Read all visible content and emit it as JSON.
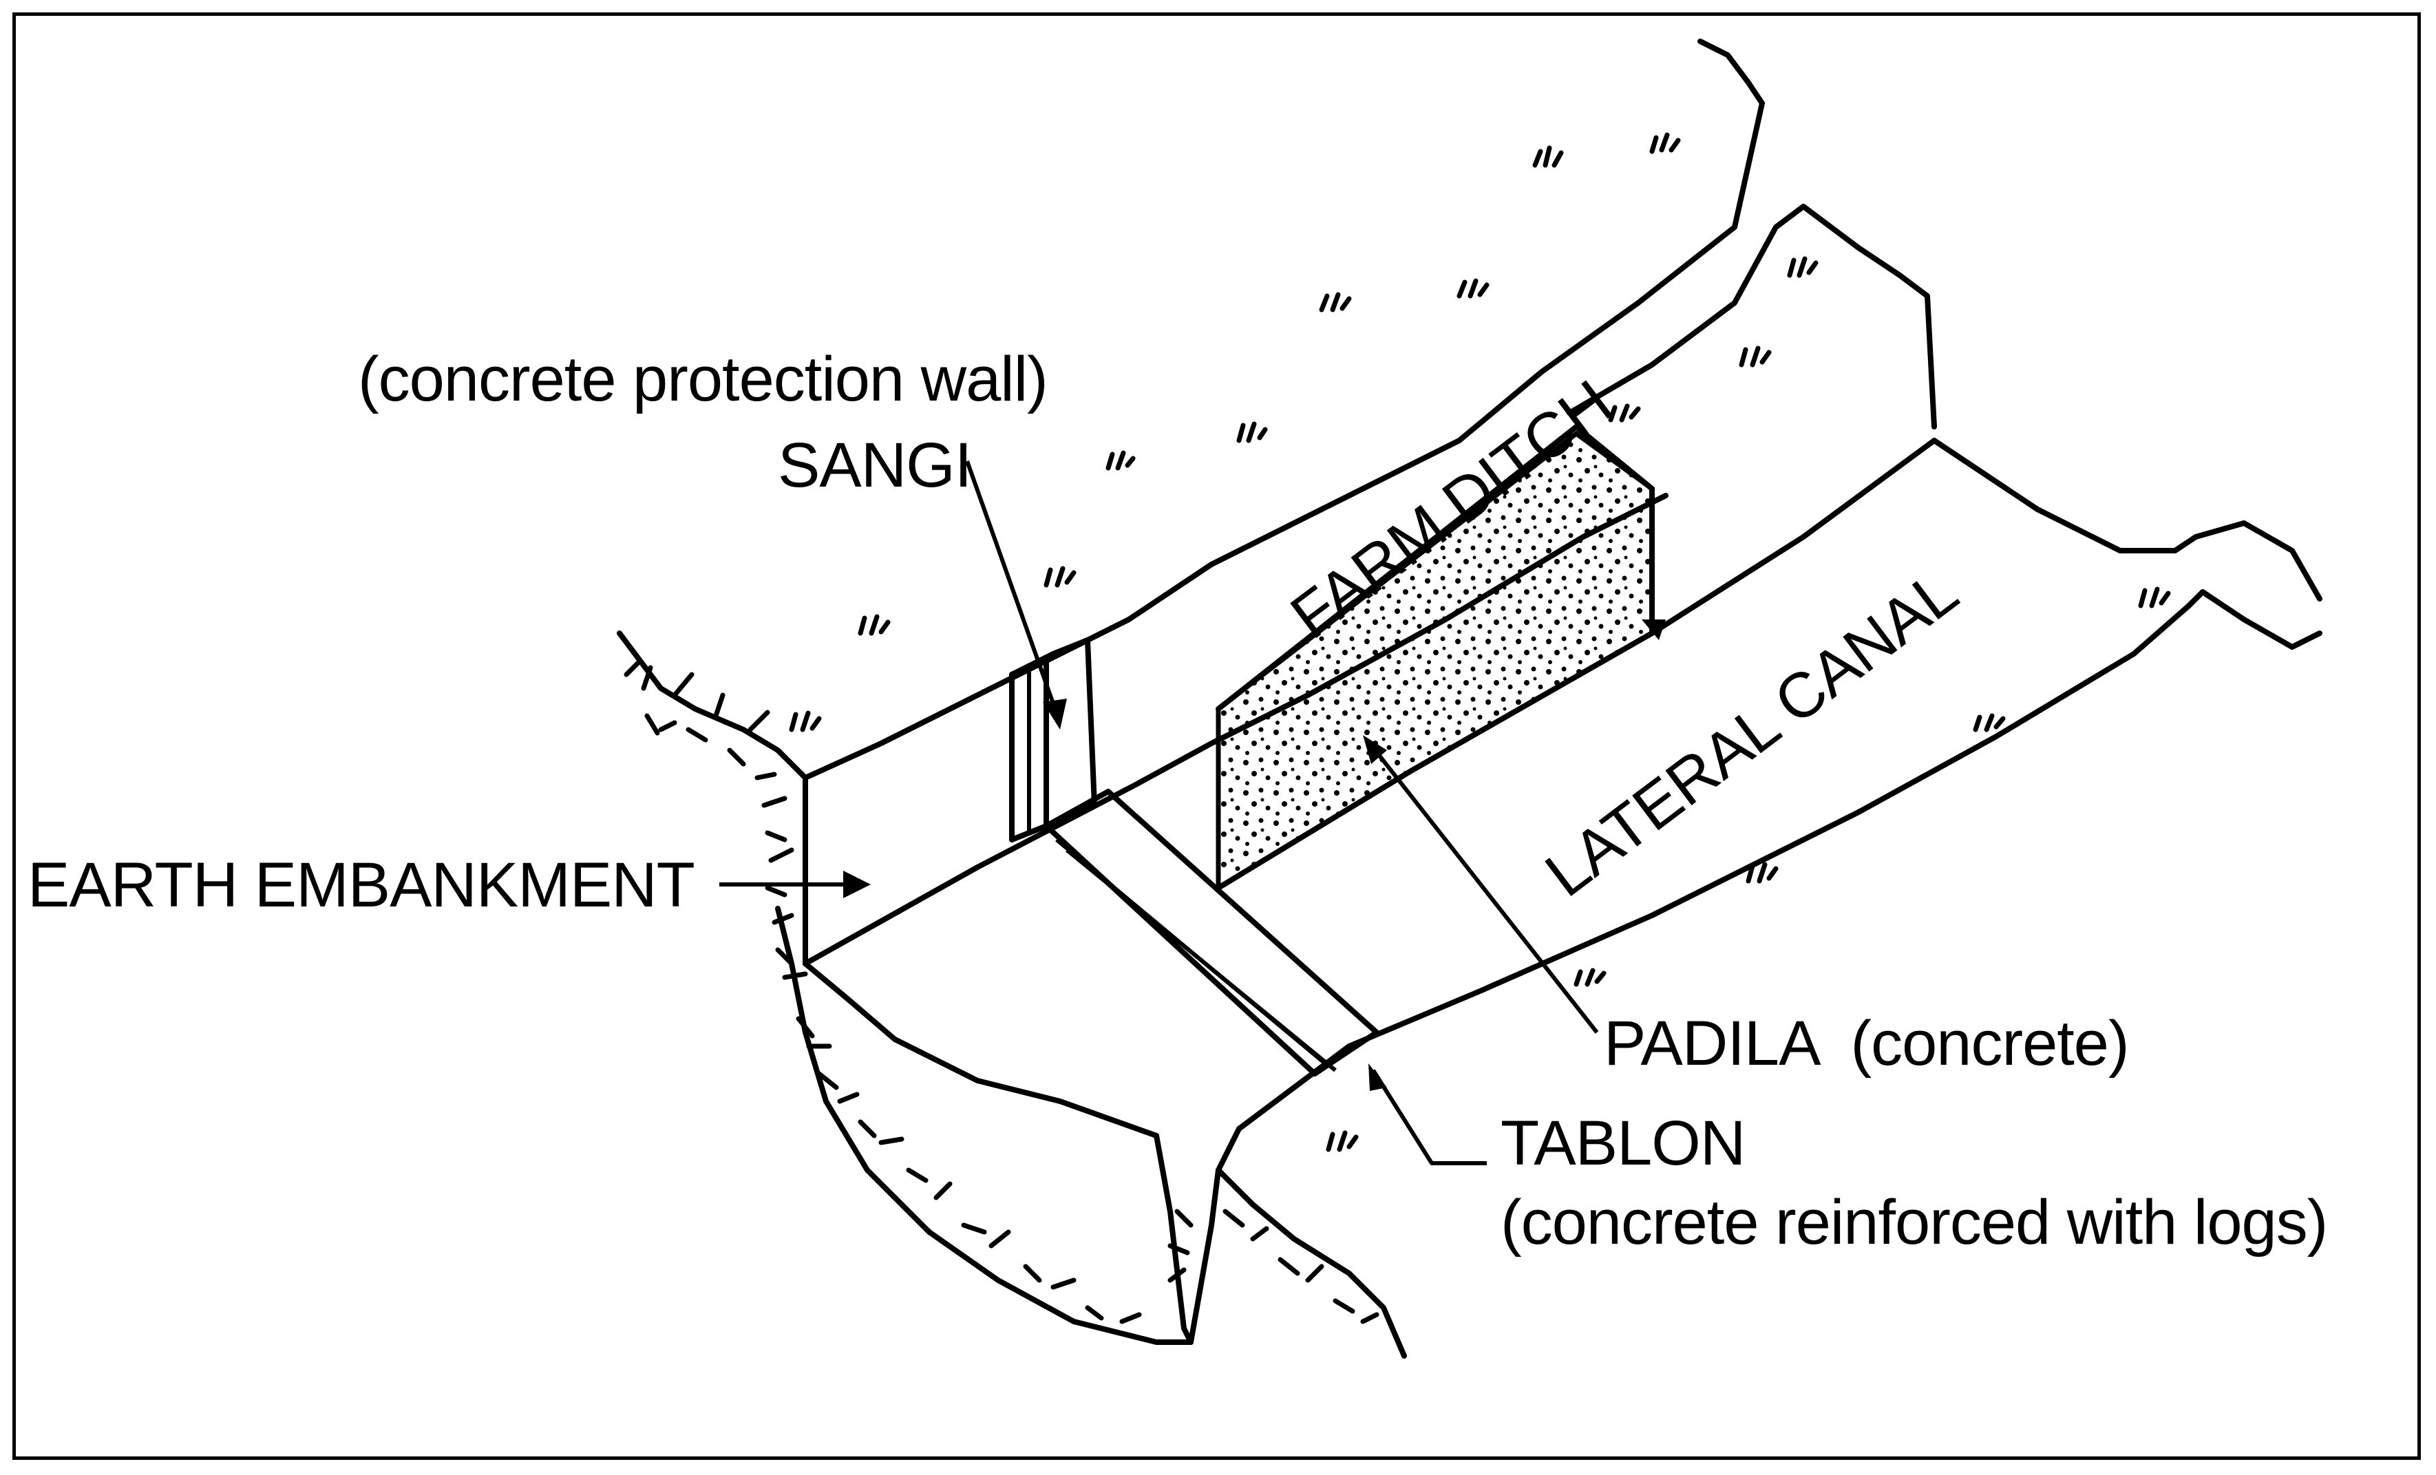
{
  "labels": {
    "protection_wall": "(concrete protection wall)",
    "sangi": "SANGI",
    "farm_ditch": "FARM DITCH",
    "lateral_canal": "LATERAL CANAL",
    "earth_embankment": "EARTH EMBANKMENT",
    "padila": "PADILA  (concrete)",
    "tablon": "TABLON",
    "tablon_note": "(concrete reinforced with logs)"
  },
  "colors": {
    "ink": "#000000",
    "paper": "#ffffff"
  }
}
